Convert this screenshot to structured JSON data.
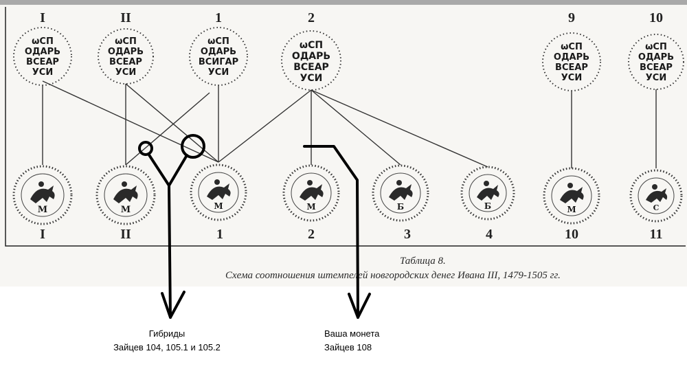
{
  "top_labels": [
    {
      "id": "t-I",
      "text": "I"
    },
    {
      "id": "t-II",
      "text": "II"
    },
    {
      "id": "t-1",
      "text": "1"
    },
    {
      "id": "t-2",
      "text": "2"
    },
    {
      "id": "t-9",
      "text": "9"
    },
    {
      "id": "t-10",
      "text": "10"
    }
  ],
  "bottom_labels": [
    {
      "id": "b-I",
      "text": "I"
    },
    {
      "id": "b-II",
      "text": "II"
    },
    {
      "id": "b-1",
      "text": "1"
    },
    {
      "id": "b-2",
      "text": "2"
    },
    {
      "id": "b-3",
      "text": "3"
    },
    {
      "id": "b-4",
      "text": "4"
    },
    {
      "id": "b-10",
      "text": "10"
    },
    {
      "id": "b-11",
      "text": "11"
    }
  ],
  "obverse_inscription": [
    "ωСП",
    "ОДАРЬ",
    "ВСЕАР",
    "УСИ"
  ],
  "obverse_inscription_variant": [
    "ωСП",
    "ОДАРЬ",
    "ВСИГАР",
    "УСИ"
  ],
  "reverse_letters": [
    "М",
    "М",
    "М",
    "М",
    "Б",
    "Б",
    "М",
    "С"
  ],
  "caption": {
    "title": "Таблица 8.",
    "subtitle": "Схема соотношения штемпелей новгородских денег Ивана III, 1479-1505 гг."
  },
  "annotations": {
    "hybrids_line1": "Гибриды",
    "hybrids_line2": "Зайцев 104, 105.1 и 105.2",
    "your_coin_line1": "Ваша монета",
    "your_coin_line2": "Зайцев 108"
  },
  "colors": {
    "scan_bg": "#f7f6f3",
    "ink": "#1a1a1a",
    "annotation": "#000000"
  }
}
